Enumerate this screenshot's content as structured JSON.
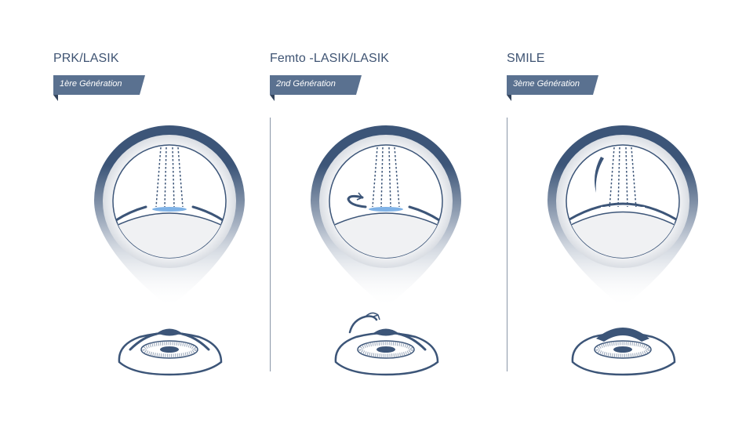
{
  "panels": [
    {
      "title": "PRK/LASIK",
      "badge": "1ère Génération"
    },
    {
      "title": "Femto -LASIK/LASIK",
      "badge": "2nd Génération"
    },
    {
      "title": "SMILE",
      "badge": "3ème Génération"
    }
  ],
  "colors": {
    "navy": "#3c5578",
    "ribbon": "#5a7190",
    "laser_spot": "#7fb2e6",
    "ring": "#e6e8eb"
  },
  "icons": [
    "laser-beam-icon",
    "flap-arrow-icon",
    "eye-icon",
    "lenticule-icon"
  ]
}
